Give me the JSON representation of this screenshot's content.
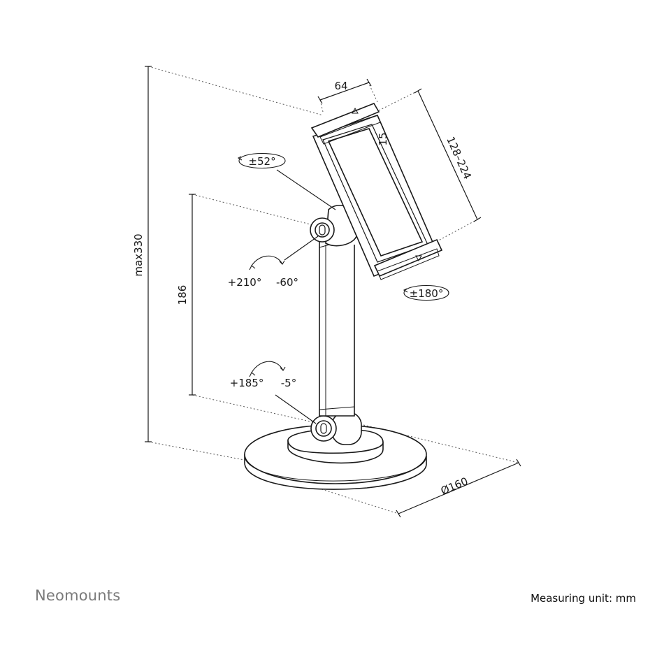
{
  "brand": "Neomounts",
  "measuring_unit": "Measuring unit: mm",
  "dimensions": {
    "max_height": "max330",
    "pole_height": "186",
    "holder_width": "64",
    "clamp_depth": "15",
    "clamp_range": "128–224",
    "base_diameter": "Ø160"
  },
  "angles": {
    "tilt": "±52°",
    "upper_joint_up": "+210°",
    "upper_joint_down": "-60°",
    "rotation": "±180°",
    "lower_joint_up": "+185°",
    "lower_joint_down": "-5°"
  },
  "colors": {
    "line": "#1a1a1a",
    "brand": "#7a7a7a"
  }
}
